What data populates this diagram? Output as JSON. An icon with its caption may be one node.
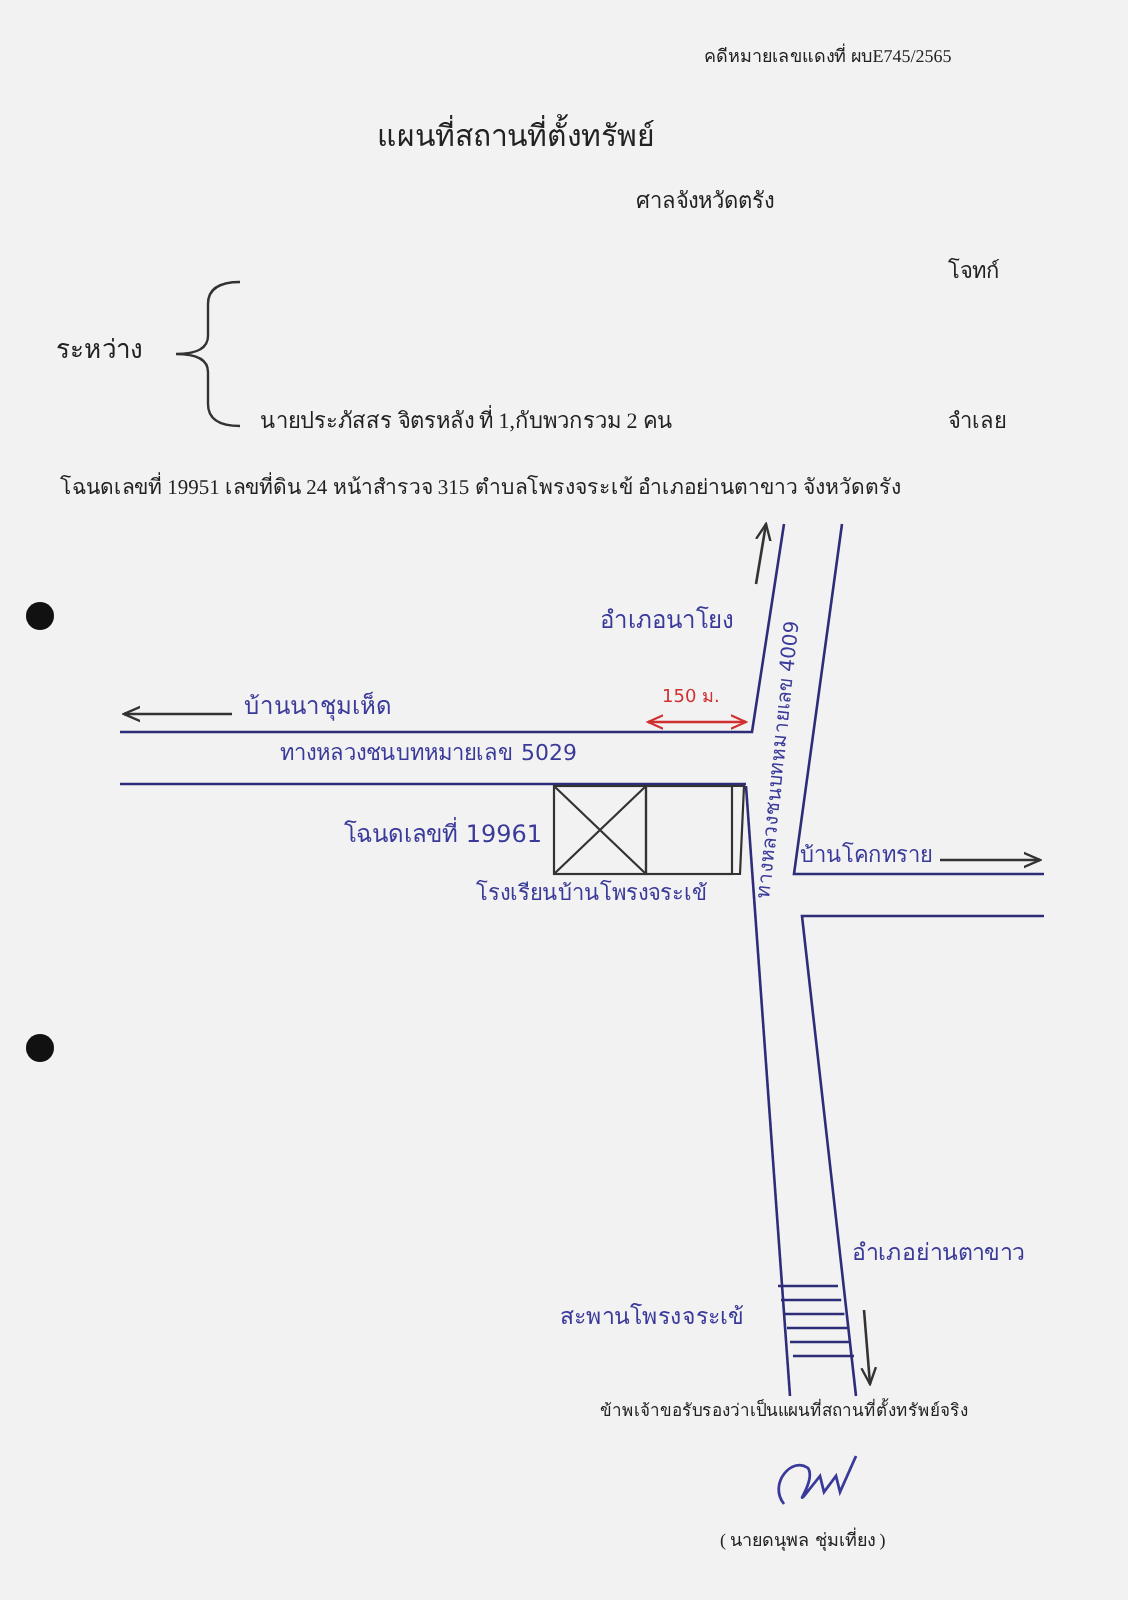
{
  "diagram": {
    "title": "แผนที่สถานที่ตั้งทรัพย์",
    "labels": [
      "คดีหมายเลขแดงที่ ผบE745/2565",
      "ศาลจังหวัดตรัง",
      "โจทก์",
      "ระหว่าง",
      "นายประภัสสร จิตรหลัง ที่ 1,กับพวกรวม 2 คน",
      "จำเลย",
      "โฉนดเลขที่ 19951 เลขที่ดิน 24 หน้าสำรวจ 315 ตำบลโพรงจระเข้ อำเภอย่านตาขาว จังหวัดตรัง",
      "อำเภอนาโยง",
      "บ้านนาชุมเห็ด",
      "150 ม.",
      "ทางหลวงชนบทหมายเลข 5029",
      "ทางหลวงชนบทหมายเลข 4009",
      "โฉนดเลขที่ 19961",
      "บ้านโคกทราย",
      "โรงเรียนบ้านโพรงจระเข้",
      "อำเภอย่านตาขาว",
      "สะพานโพรงจระเข้",
      "ข้าพเจ้าขอรับรองว่าเป็นแผนที่สถานที่ตั้งทรัพย์จริง",
      "( นายดนุพล ชุ่มเที่ยง )"
    ]
  }
}
